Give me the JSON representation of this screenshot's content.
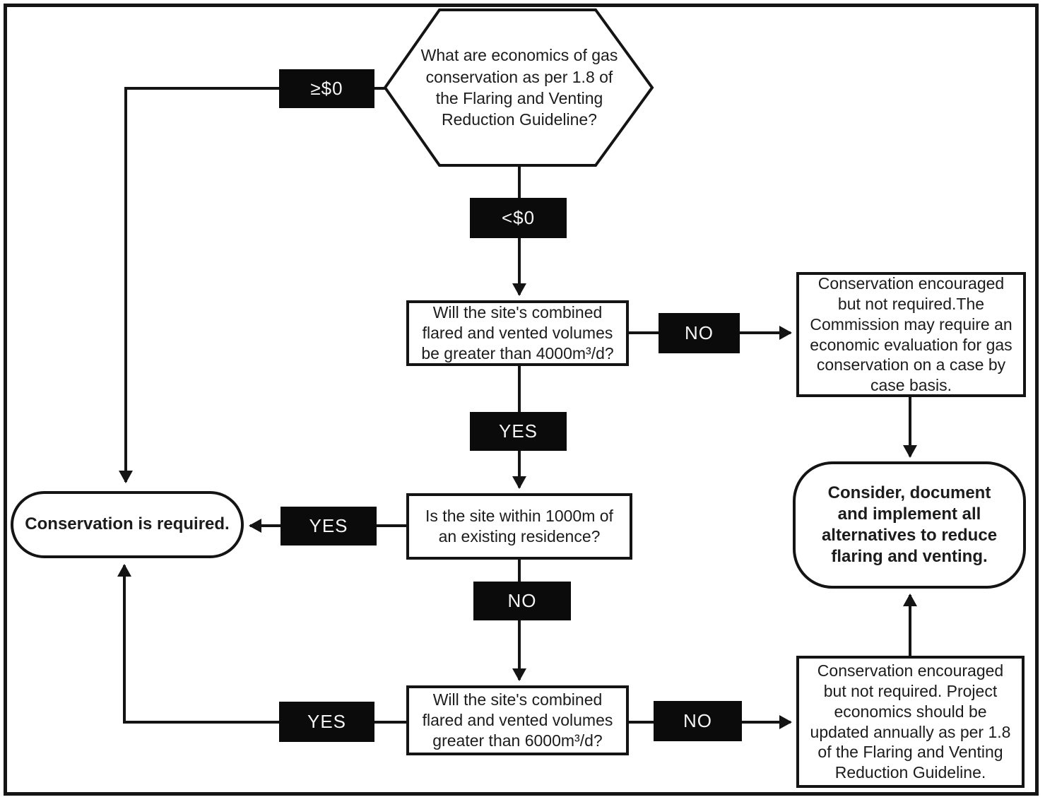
{
  "flowchart": {
    "nodes": {
      "start": {
        "text": "What are economics of gas conservation as per 1.8 of the Flaring and Venting Reduction Guideline?"
      },
      "decision_4000": {
        "text": "Will the site's combined flared and vented volumes be greater than 4000m³/d?"
      },
      "decision_residence": {
        "text": "Is the site within 1000m of an existing residence?"
      },
      "decision_6000": {
        "text": "Will the site's combined flared and vented volumes greater than 6000m³/d?"
      },
      "conservation_required": {
        "text": "Conservation is required."
      },
      "case_by_case": {
        "text": "Conservation encouraged but not required.The Commission may require an economic evaluation for gas conservation on a case by case basis."
      },
      "annual_update": {
        "text": "Conservation encouraged but not required. Project economics should be updated annually as per 1.8 of the Flaring and Venting Reduction Guideline."
      },
      "consider_alternatives": {
        "text": "Consider, document and implement all alternatives to reduce flaring and venting."
      }
    },
    "edge_labels": {
      "gte_zero": "≥$0",
      "lt_zero": "<$0",
      "no_4000": "NO",
      "yes_4000": "YES",
      "yes_residence": "YES",
      "no_residence": "NO",
      "yes_6000": "YES",
      "no_6000": "NO"
    },
    "colors": {
      "line": "#141414",
      "label_background": "#0b0b0b",
      "label_text": "#f5f5f5",
      "node_background": "#ffffff",
      "node_text": "#1c1c1c"
    }
  }
}
